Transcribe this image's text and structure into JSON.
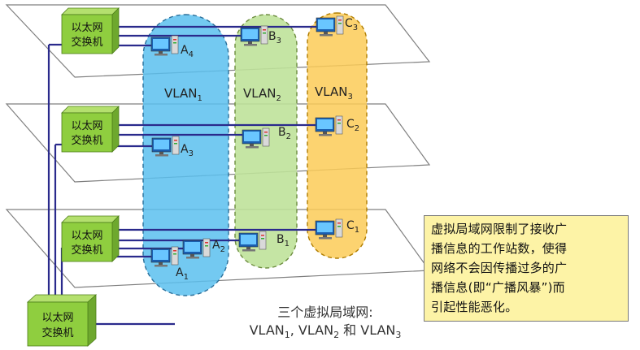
{
  "switch_label": {
    "line1": "以太网",
    "line2": "交换机"
  },
  "vlans": [
    {
      "base": "VLAN",
      "sub": "1",
      "color": "#5bbfef"
    },
    {
      "base": "VLAN",
      "sub": "2",
      "color": "#bfe29a"
    },
    {
      "base": "VLAN",
      "sub": "3",
      "color": "#fccb57"
    }
  ],
  "stations": [
    {
      "base": "A",
      "sub": "1"
    },
    {
      "base": "A",
      "sub": "2"
    },
    {
      "base": "A",
      "sub": "3"
    },
    {
      "base": "A",
      "sub": "4"
    },
    {
      "base": "B",
      "sub": "1"
    },
    {
      "base": "B",
      "sub": "2"
    },
    {
      "base": "B",
      "sub": "3"
    },
    {
      "base": "C",
      "sub": "1"
    },
    {
      "base": "C",
      "sub": "2"
    },
    {
      "base": "C",
      "sub": "3"
    }
  ],
  "note_lines": [
    "虚拟局域网限制了接收广",
    "播信息的工作站数，使得",
    "网络不会因传播过多的广",
    "播信息(即“广播风暴”)而",
    "引起性能恶化。"
  ],
  "caption": {
    "line1": "三个虚拟局域网:",
    "line2": [
      {
        "base": "VLAN",
        "sub": "1",
        "sep": ", "
      },
      {
        "base": "VLAN",
        "sub": "2",
        "sep": " 和 "
      },
      {
        "base": "VLAN",
        "sub": "3",
        "sep": ""
      }
    ]
  },
  "colors": {
    "wire": "#2a2a8c",
    "switch": "#8fce3f",
    "note_bg": "#fdf3a6"
  }
}
